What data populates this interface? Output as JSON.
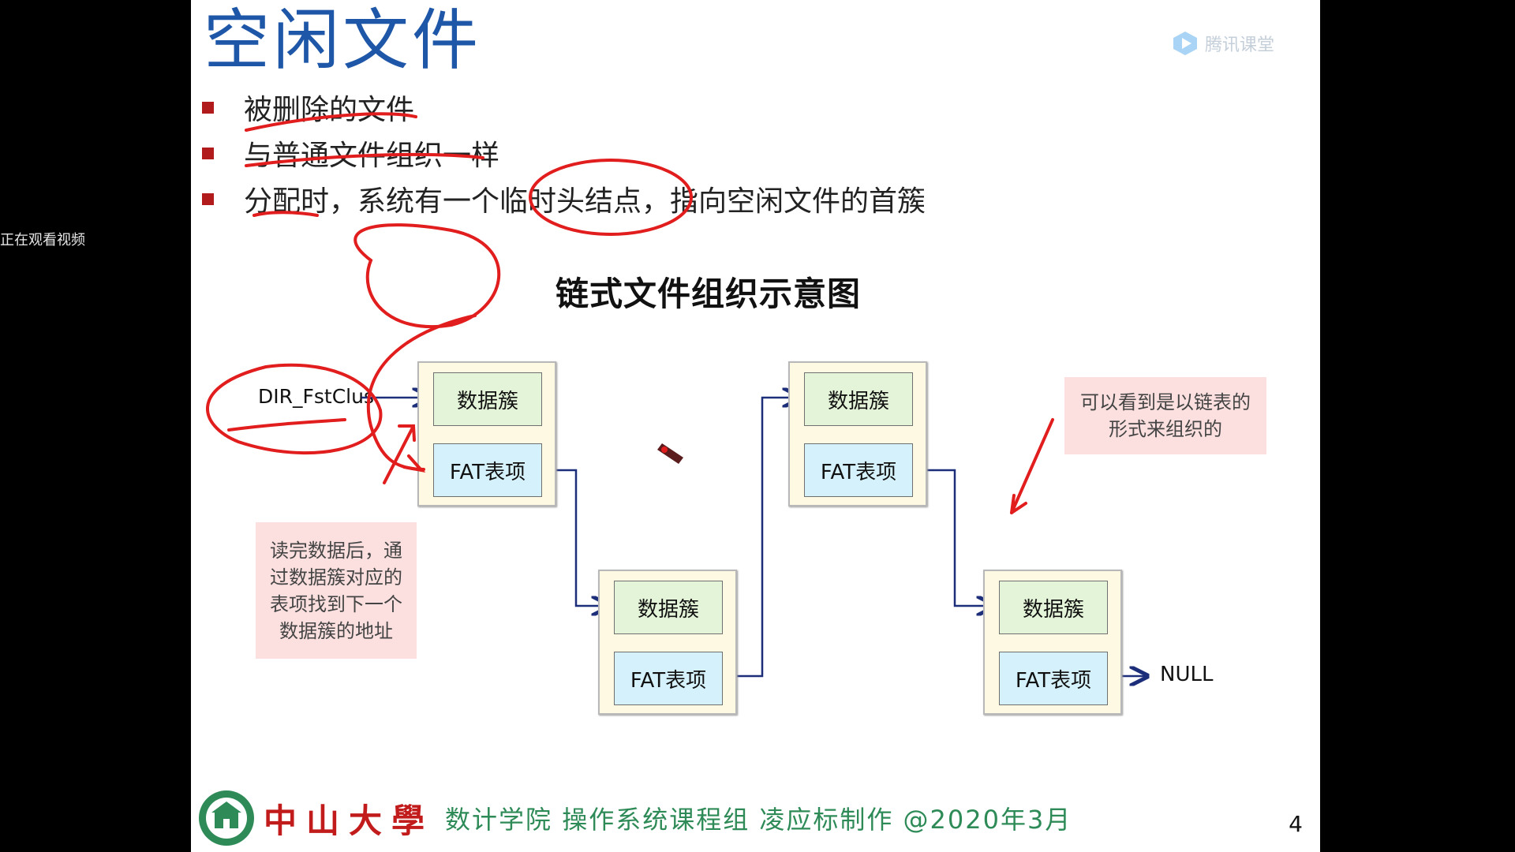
{
  "side_note": "正在观看视频",
  "slide": {
    "title": "空闲文件",
    "watermark": "腾讯课堂",
    "bullets": [
      "被删除的文件",
      "与普通文件组织一样",
      "分配时，系统有一个临时头结点，指向空闲文件的首簇"
    ],
    "diagram": {
      "title": "链式文件组织示意图",
      "dir_label": "DIR_FstClus",
      "data_label": "数据簇",
      "fat_label": "FAT表项",
      "null_label": "NULL",
      "note_left": "读完数据后，通过数据簇对应的表项找到下一个数据簇的地址",
      "note_right": "可以看到是以链表的形式来组织的"
    },
    "footer": {
      "logo_text": "中山大學",
      "credit": "数计学院 操作系统课程组 凌应标制作 @2020年3月"
    },
    "page_number": "4"
  },
  "colors": {
    "title": "#1f57a8",
    "bullet": "#b11b1b",
    "annotation": "#e11d1d",
    "connector": "#1c2e7a",
    "footer_green": "#2e8b57",
    "logo_red": "#c21b1b"
  }
}
